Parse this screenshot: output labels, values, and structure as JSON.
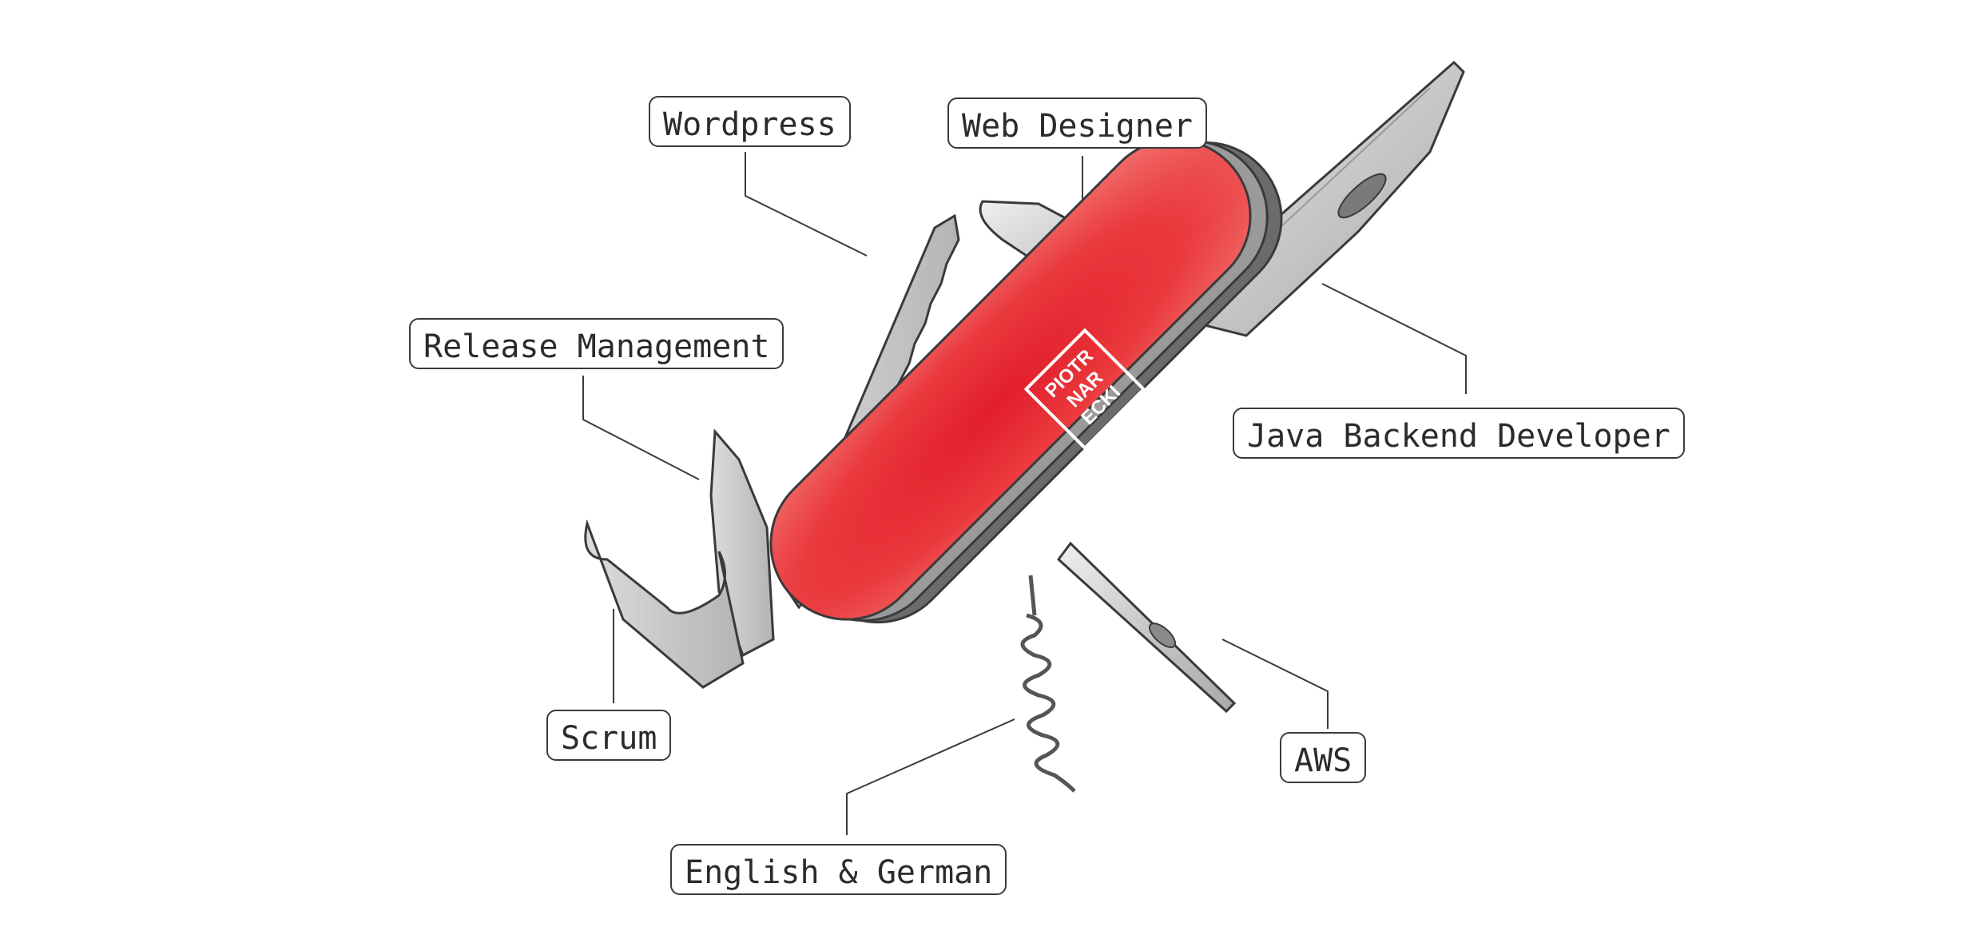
{
  "labels": {
    "wordpress": "Wordpress",
    "web_designer": "Web Designer",
    "release_management": "Release Management",
    "java_backend_developer": "Java Backend Developer",
    "scrum": "Scrum",
    "aws": "AWS",
    "english_german": "English & German"
  },
  "logo": {
    "lines": [
      "PIOTR",
      "NAR",
      "ECKI"
    ]
  },
  "colors": {
    "handle_red": "#e63a3a",
    "blade_gray": "#c9c9c9",
    "outline": "#3a3a3a",
    "label_border": "#3a3a3a"
  }
}
